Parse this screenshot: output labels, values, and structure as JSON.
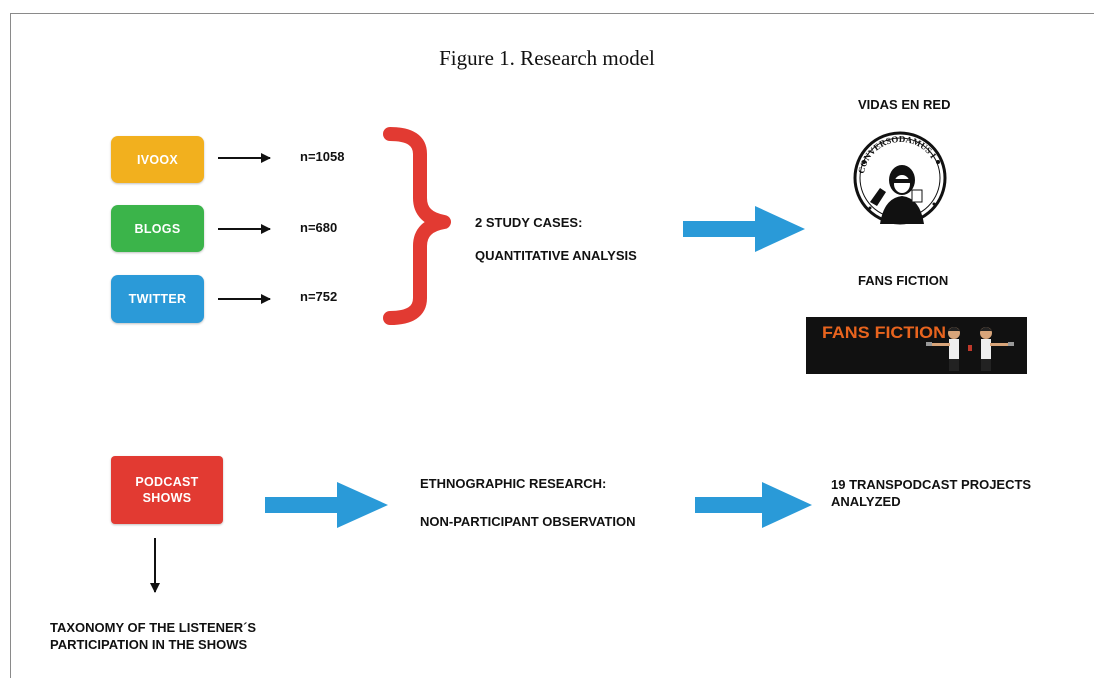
{
  "figure": {
    "title": "Figure 1. Research model"
  },
  "sources": [
    {
      "label": "IVOOX",
      "count": "n=1058",
      "color": "#f2b01e"
    },
    {
      "label": "BLOGS",
      "count": "n=680",
      "color": "#3bb44a"
    },
    {
      "label": "TWITTER",
      "count": "n=752",
      "color": "#2b9ad8"
    }
  ],
  "study": {
    "line1": "2 STUDY CASES:",
    "line2": "QUANTITATIVE ANALYSIS",
    "brace_color": "#e23a32",
    "arrow_color": "#2a9ad8"
  },
  "cases": {
    "case1_title": "VIDAS EN RED",
    "case1_logo_text": "CONVERSODAMUS I",
    "case2_title": "FANS FICTION",
    "case2_logo_text": "FANS FICTION"
  },
  "podcast": {
    "label": "PODCAST SHOWS",
    "color": "#e23a32"
  },
  "ethnography": {
    "line1": "ETHNOGRAPHIC RESEARCH:",
    "line2": "NON-PARTICIPANT OBSERVATION"
  },
  "projects": {
    "label": "19 TRANSPODCAST PROJECTS ANALYZED"
  },
  "taxonomy": {
    "label": "TAXONOMY OF THE LISTENER´S PARTICIPATION IN THE SHOWS"
  }
}
